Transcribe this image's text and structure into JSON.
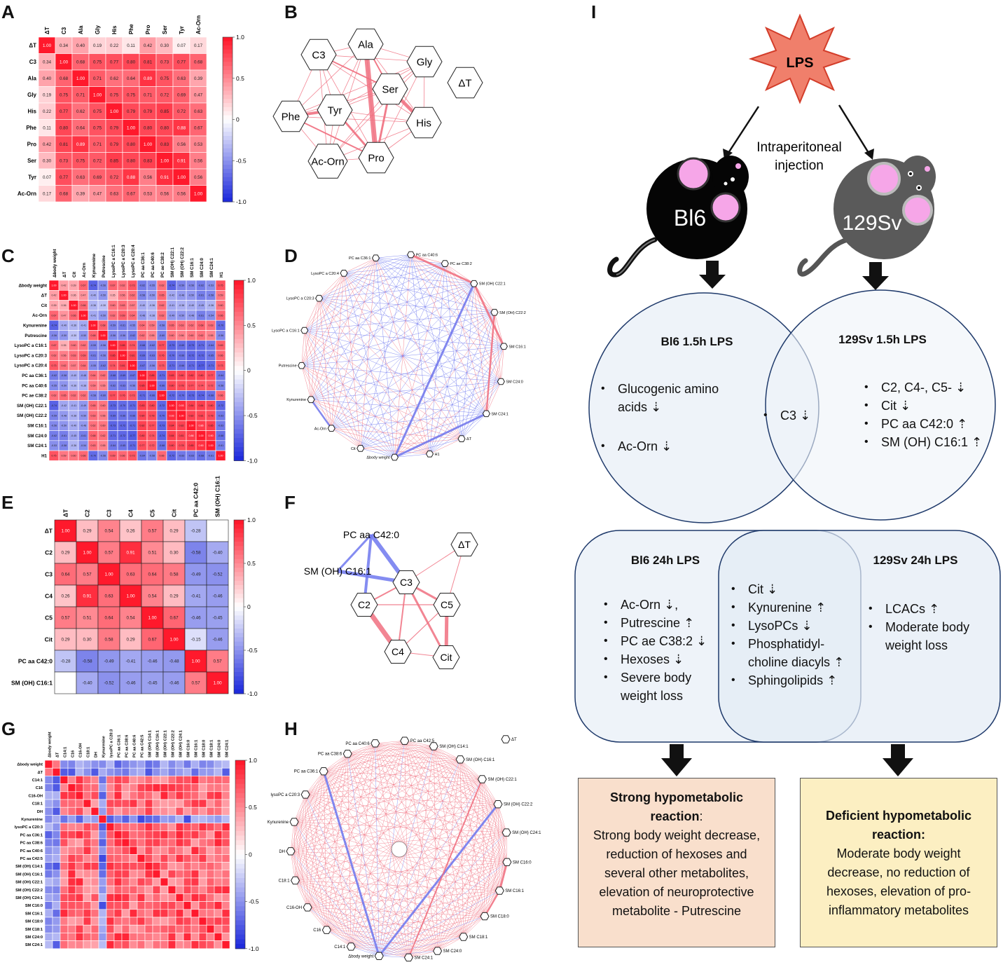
{
  "panels": {
    "A": "A",
    "B": "B",
    "C": "C",
    "D": "D",
    "E": "E",
    "F": "F",
    "G": "G",
    "H": "H",
    "I": "I"
  },
  "heatmap_a": {
    "labels": [
      "ΔT",
      "C3",
      "Ala",
      "Gly",
      "His",
      "Phe",
      "Pro",
      "Ser",
      "Tyr",
      "Ac-Orn"
    ],
    "matrix": [
      [
        1.0,
        0.34,
        0.4,
        0.19,
        0.22,
        0.11,
        0.42,
        0.3,
        0.07,
        0.17
      ],
      [
        0.34,
        1.0,
        0.68,
        0.75,
        0.77,
        0.8,
        0.81,
        0.73,
        0.77,
        0.68
      ],
      [
        0.4,
        0.68,
        1.0,
        0.71,
        0.62,
        0.64,
        0.89,
        0.75,
        0.63,
        0.39
      ],
      [
        0.19,
        0.75,
        0.71,
        1.0,
        0.75,
        0.75,
        0.71,
        0.72,
        0.69,
        0.47
      ],
      [
        0.22,
        0.77,
        0.62,
        0.75,
        1.0,
        0.79,
        0.79,
        0.85,
        0.72,
        0.63
      ],
      [
        0.11,
        0.8,
        0.64,
        0.75,
        0.79,
        1.0,
        0.8,
        0.8,
        0.88,
        0.67
      ],
      [
        0.42,
        0.81,
        0.89,
        0.71,
        0.79,
        0.8,
        1.0,
        0.83,
        0.56,
        0.53
      ],
      [
        0.3,
        0.73,
        0.75,
        0.72,
        0.85,
        0.8,
        0.83,
        1.0,
        0.91,
        0.56
      ],
      [
        0.07,
        0.77,
        0.63,
        0.69,
        0.72,
        0.88,
        0.56,
        0.91,
        1.0,
        0.56
      ],
      [
        0.17,
        0.68,
        0.39,
        0.47,
        0.63,
        0.67,
        0.53,
        0.56,
        0.56,
        1.0
      ]
    ],
    "scale": [
      "1.0",
      "0.5",
      "0",
      "-0.5",
      "-1.0"
    ]
  },
  "heatmap_c": {
    "labels": [
      "Δbody weight",
      "ΔT",
      "Cit",
      "Ac-Orn",
      "Kynurenine",
      "Putrescine",
      "LysoPC a C16:1",
      "LysoPC a C20:3",
      "LysoPC a C20:4",
      "PC aa C36:1",
      "PC aa C40:6",
      "PC ae C38:2",
      "SM (OH) C22:1",
      "SM (OH) C22:2",
      "SM C16:1",
      "SM C24:0",
      "SM C24:1",
      "H1"
    ],
    "matrix": [
      [
        1.0,
        0.42,
        0.39,
        0.67,
        -0.74,
        -0.56,
        0.67,
        0.62,
        0.73,
        -0.62,
        -0.55,
        0.62,
        -0.74,
        -0.59,
        -0.56,
        -0.62,
        -0.53,
        0.75
      ],
      [
        0.42,
        1.0,
        0.36,
        0.47,
        -0.4,
        -0.5,
        0.35,
        0.56,
        0.62,
        -0.58,
        -0.5,
        0.65,
        -0.42,
        -0.48,
        -0.5,
        -0.61,
        -0.58,
        0.59
      ],
      [
        0.39,
        0.36,
        1.0,
        0.66,
        -0.36,
        -0.3,
        0.6,
        0.63,
        0.57,
        -0.4,
        -0.36,
        0.62,
        -0.41,
        -0.38,
        -0.4,
        -0.45,
        -0.36,
        0.6
      ],
      [
        0.67,
        0.47,
        0.66,
        1.0,
        -0.41,
        -0.5,
        0.62,
        0.69,
        0.64,
        -0.48,
        -0.38,
        0.62,
        -0.49,
        -0.5,
        -0.48,
        -0.61,
        -0.54,
        0.66
      ],
      [
        -0.74,
        -0.4,
        -0.36,
        -0.41,
        1.0,
        0.68,
        -0.59,
        -0.61,
        -0.55,
        0.64,
        0.59,
        -0.58,
        0.65,
        0.63,
        0.62,
        0.68,
        0.63,
        -0.7
      ],
      [
        -0.56,
        -0.5,
        -0.3,
        -0.5,
        0.68,
        1.0,
        -0.56,
        -0.56,
        -0.62,
        0.62,
        0.55,
        -0.6,
        0.6,
        0.56,
        0.6,
        0.62,
        0.55,
        -0.56
      ],
      [
        0.67,
        0.35,
        0.6,
        0.62,
        -0.59,
        -0.56,
        1.0,
        0.85,
        0.74,
        -0.68,
        -0.62,
        0.77,
        -0.73,
        -0.69,
        -0.73,
        -0.71,
        -0.64,
        0.69
      ],
      [
        0.62,
        0.56,
        0.63,
        0.69,
        -0.61,
        -0.56,
        0.85,
        1.0,
        0.81,
        -0.69,
        -0.63,
        0.76,
        -0.7,
        -0.66,
        -0.72,
        -0.72,
        -0.65,
        0.66
      ],
      [
        0.73,
        0.62,
        0.57,
        0.64,
        -0.55,
        -0.62,
        0.74,
        0.81,
        1.0,
        -0.67,
        -0.56,
        0.73,
        -0.71,
        -0.66,
        -0.71,
        -0.77,
        -0.71,
        0.73
      ],
      [
        -0.62,
        -0.58,
        -0.4,
        -0.48,
        0.64,
        0.62,
        -0.68,
        -0.69,
        -0.67,
        1.0,
        0.85,
        -0.71,
        0.83,
        0.8,
        0.82,
        0.8,
        0.77,
        -0.64
      ],
      [
        -0.55,
        -0.5,
        -0.36,
        -0.38,
        0.59,
        0.55,
        -0.62,
        -0.63,
        -0.56,
        0.85,
        1.0,
        -0.66,
        0.8,
        0.78,
        0.77,
        0.74,
        0.72,
        -0.58
      ],
      [
        0.62,
        0.65,
        0.62,
        0.62,
        -0.58,
        -0.6,
        0.77,
        0.76,
        0.73,
        -0.71,
        -0.66,
        1.0,
        -0.72,
        -0.7,
        -0.73,
        -0.74,
        -0.68,
        0.66
      ],
      [
        -0.74,
        -0.42,
        -0.41,
        -0.49,
        0.65,
        0.6,
        -0.73,
        -0.7,
        -0.71,
        0.83,
        0.8,
        -0.72,
        1.0,
        0.93,
        0.84,
        0.84,
        0.8,
        -0.72
      ],
      [
        -0.59,
        -0.48,
        -0.38,
        -0.5,
        0.63,
        0.56,
        -0.69,
        -0.66,
        -0.66,
        0.8,
        0.78,
        -0.7,
        0.93,
        1.0,
        0.82,
        0.81,
        0.78,
        -0.63
      ],
      [
        -0.56,
        -0.5,
        -0.4,
        -0.48,
        0.62,
        0.6,
        -0.73,
        -0.72,
        -0.71,
        0.82,
        0.77,
        -0.73,
        0.84,
        0.82,
        1.0,
        0.86,
        0.85,
        -0.63
      ],
      [
        -0.62,
        -0.61,
        -0.45,
        -0.61,
        0.68,
        0.62,
        -0.71,
        -0.72,
        -0.77,
        0.8,
        0.74,
        -0.74,
        0.84,
        0.81,
        0.86,
        1.0,
        0.9,
        -0.68
      ],
      [
        -0.53,
        -0.58,
        -0.36,
        -0.54,
        0.63,
        0.55,
        -0.64,
        -0.65,
        -0.71,
        0.77,
        0.72,
        -0.68,
        0.8,
        0.78,
        0.85,
        0.9,
        1.0,
        -0.61
      ],
      [
        0.75,
        0.59,
        0.6,
        0.66,
        -0.7,
        -0.56,
        0.69,
        0.66,
        0.73,
        -0.64,
        -0.58,
        0.66,
        -0.72,
        -0.63,
        -0.63,
        -0.68,
        -0.61,
        1.0
      ]
    ],
    "scale": [
      "1.0",
      "0.5",
      "0",
      "-0.5",
      "-1.0"
    ]
  },
  "heatmap_e": {
    "labels": [
      "ΔT",
      "C2",
      "C3",
      "C4",
      "C5",
      "Cit",
      "PC aa C42:0",
      "SM (OH) C16:1"
    ],
    "matrix": [
      [
        1.0,
        0.29,
        0.54,
        0.26,
        0.57,
        0.29,
        -0.28,
        null
      ],
      [
        0.29,
        1.0,
        0.57,
        0.91,
        0.51,
        0.3,
        -0.58,
        -0.4
      ],
      [
        0.64,
        0.57,
        1.0,
        0.63,
        0.64,
        0.58,
        -0.49,
        -0.52
      ],
      [
        0.26,
        0.91,
        0.63,
        1.0,
        0.54,
        0.29,
        -0.41,
        -0.46
      ],
      [
        0.57,
        0.51,
        0.64,
        0.54,
        1.0,
        0.67,
        -0.46,
        -0.45
      ],
      [
        0.29,
        0.3,
        0.58,
        0.29,
        0.67,
        1.0,
        -0.15,
        -0.46
      ],
      [
        -0.28,
        -0.58,
        -0.49,
        -0.41,
        -0.46,
        -0.48,
        1.0,
        0.57
      ],
      [
        null,
        -0.4,
        -0.52,
        -0.46,
        -0.45,
        -0.46,
        0.57,
        1.0
      ]
    ],
    "scale": [
      "1.0",
      "0.5",
      "0",
      "-0.5",
      "-1.0"
    ]
  },
  "heatmap_g": {
    "labels": [
      "Δbody weight",
      "ΔT",
      "C14:1",
      "C16",
      "C16-OH",
      "C18:1",
      "DH",
      "Kynurenine",
      "lysoPC a C20:3",
      "PC aa C36:1",
      "PC aa C38:6",
      "PC aa C40:6",
      "PC aa C42:5",
      "SM (OH) C14:1",
      "SM (OH) C16:1",
      "SM (OH) C22:1",
      "SM (OH) C22:2",
      "SM (OH) C24:1",
      "SM C16:0",
      "SM C16:1",
      "SM C18:0",
      "SM C18:1",
      "SM C24:0",
      "SM C24:1"
    ],
    "scale": [
      "1.0",
      "0.5",
      "0",
      "-0.5",
      "-1.0"
    ]
  },
  "network_b": {
    "nodes": [
      "C3",
      "Ala",
      "Gly",
      "ΔT",
      "Ser",
      "Tyr",
      "Phe",
      "His",
      "Ac-Orn",
      "Pro"
    ]
  },
  "network_d": {
    "nodes": [
      "PC ae C38:2",
      "PC aa C40:6",
      "PC aa C36:1",
      "LysoPC a C20:4",
      "SM (OH) C22:1",
      "LysoPC a C20:3",
      "SM (OH) C22:2",
      "LysoPC a C16:1",
      "SM C16:1",
      "Putrescine",
      "SM C24:0",
      "Kynurenine",
      "SM C24:1",
      "Ac-Orn",
      "ΔT",
      "Cit",
      "H1",
      "Δbody weight"
    ]
  },
  "network_f": {
    "nodes": [
      "PC aa C42:0",
      "ΔT",
      "SM (OH) C16:1",
      "C3",
      "C2",
      "C5",
      "C4",
      "Cit"
    ]
  },
  "network_h": {
    "nodes": [
      "PC aa C42:5",
      "SM (OH) C14:1",
      "ΔT",
      "PC aa C40:6",
      "SM (OH) C16:1",
      "PC aa C38:6",
      "SM (OH) C22:1",
      "PC aa C36:1",
      "SM (OH) C22:2",
      "lysoPC a C20:3",
      "SM (OH) C24:1",
      "Kynurenine",
      "SM C16:0",
      "DH",
      "SM C16:1",
      "C18:1",
      "SM C18:0",
      "C16-OH",
      "SM C18:1",
      "C16",
      "SM C24:0",
      "C14:1",
      "SM C24:1",
      "Δbody weight"
    ]
  },
  "schematic": {
    "lps": "LPS",
    "injection": [
      "Intraperitoneal",
      "injection"
    ],
    "mouse_left": "Bl6",
    "mouse_right": "129Sv",
    "venn1": {
      "left_title": "Bl6 1.5h LPS",
      "right_title": "129Sv 1.5h LPS",
      "left_items": [
        "Glucogenic amino acids ⇣",
        "Ac-Orn ⇣"
      ],
      "center_items": [
        "C3 ⇣"
      ],
      "right_items": [
        "C2, C4-, C5- ⇣",
        "Cit ⇣",
        "PC aa C42:0 ⇡",
        "SM (OH) C16:1 ⇡"
      ]
    },
    "venn2": {
      "left_title": "Bl6 24h LPS",
      "right_title": "129Sv 24h LPS",
      "left_items": [
        "Ac-Orn ⇣,",
        "Putrescine ⇡",
        "PC ae C38:2 ⇣",
        "Hexoses ⇣",
        "Severe body weight loss"
      ],
      "center_items": [
        "Cit ⇣",
        "Kynurenine ⇡",
        "LysoPCs ⇣",
        "Phosphatidyl-choline diacyls ⇡",
        "Sphingolipids ⇡"
      ],
      "right_items": [
        "LCACs ⇡",
        "Moderate body weight loss"
      ]
    },
    "box_left": {
      "title": "Strong hypometabolic reaction",
      "colon": ":",
      "body": "Strong body weight decrease, reduction of hexoses and several other metabolites, elevation of neuroprotective metabolite - Putrescine"
    },
    "box_right": {
      "title": "Deficient hypometabolic reaction:",
      "body": "Moderate body weight decrease, no reduction of hexoses, elevation of pro-inflammatory metabolites"
    }
  },
  "colors": {
    "red": "#e8192c",
    "blue": "#1f2bdc",
    "venn_fill": "#eef3f9",
    "venn_stroke": "#1f3a6b",
    "box_left": "#f9dfcc",
    "box_right": "#fcefc2",
    "lps": "#f07f6b"
  }
}
